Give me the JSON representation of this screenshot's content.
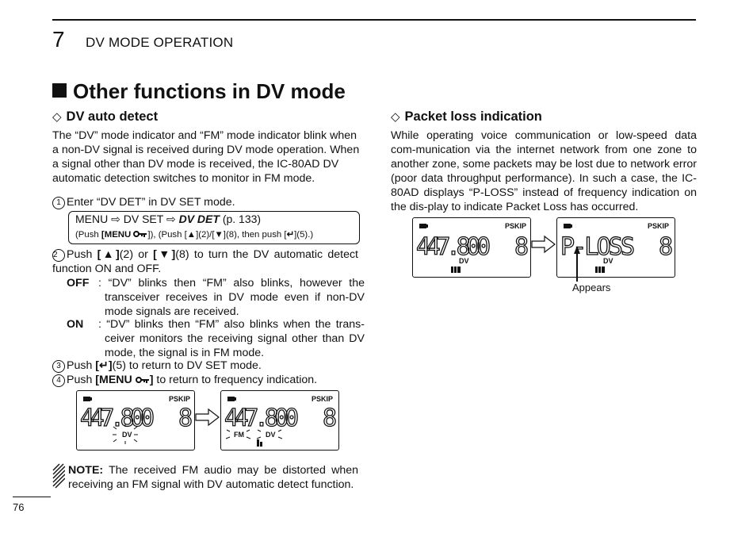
{
  "header": {
    "chapter_number": "7",
    "chapter_title": "DV MODE OPERATION"
  },
  "section_title": "Other functions in DV mode",
  "dv_auto_detect": {
    "heading": "DV auto detect",
    "intro": "The “DV” mode indicator and “FM” mode indicator blink when a non-DV signal is received during DV mode operation. When a signal other than DV mode is received, the IC-80AD DV automatic detection switches to monitor in FM mode.",
    "step1": {
      "num": "1",
      "text": "Enter “DV DET” in DV SET mode."
    },
    "menu_path": {
      "menu": "MENU",
      "arrow": "⇨",
      "dvset": "DV SET",
      "dvdet": "DV DET",
      "page": "(p. 133)",
      "push1": "(Push ",
      "menu_key": "[MENU ",
      "push1_end": "]), (Push [",
      "up": "▲",
      "mid": "](2)/[",
      "down": "▼",
      "mid2": "](8), then push [",
      "enter": "↵",
      "end": "](5).)"
    },
    "step2": {
      "num": "2",
      "text_a": "Push ",
      "key_up": "[▲]",
      "text_b": "(2) or ",
      "key_down": "[▼]",
      "text_c": "(8) to turn the DV automatic detect function ON and OFF.",
      "off_label": "OFF",
      "off_text": ": “DV” blinks then “FM” also blinks, however the transceiver receives in DV mode even if non-DV mode signals are received.",
      "on_label": "ON",
      "on_text": ": “DV” blinks then “FM” also blinks when the trans-ceiver monitors the receiving signal other than DV mode, the signal is in FM mode."
    },
    "step3": {
      "num": "3",
      "text_a": "Push ",
      "key": "[↵]",
      "text_b": "(5) to return to DV SET mode."
    },
    "step4": {
      "num": "4",
      "text_a": "Push ",
      "key": "[MENU ",
      "key_end": "]",
      "text_b": " to return to frequency indication."
    },
    "note_label": "NOTE:",
    "note_text": " The received FM audio may be distorted when receiving an FM signal with DV automatic detect function."
  },
  "lcd": {
    "frequency": "447.800",
    "pskip": "PSKIP",
    "mode_dv": "DV",
    "mode_fm": "FM",
    "digit": "8",
    "ploss": "P-LOSS"
  },
  "packet_loss": {
    "heading": "Packet loss indication",
    "text": "While operating voice communication or low-speed data com-munication via the internet network from one zone to another zone, some packets may be lost due to network error (poor data throughput performance). In such a case, the IC-80AD displays “P-LOSS” instead of frequency indication on the dis-play to indicate Packet Loss has occurred.",
    "appears_label": "Appears"
  },
  "page_number": "76"
}
